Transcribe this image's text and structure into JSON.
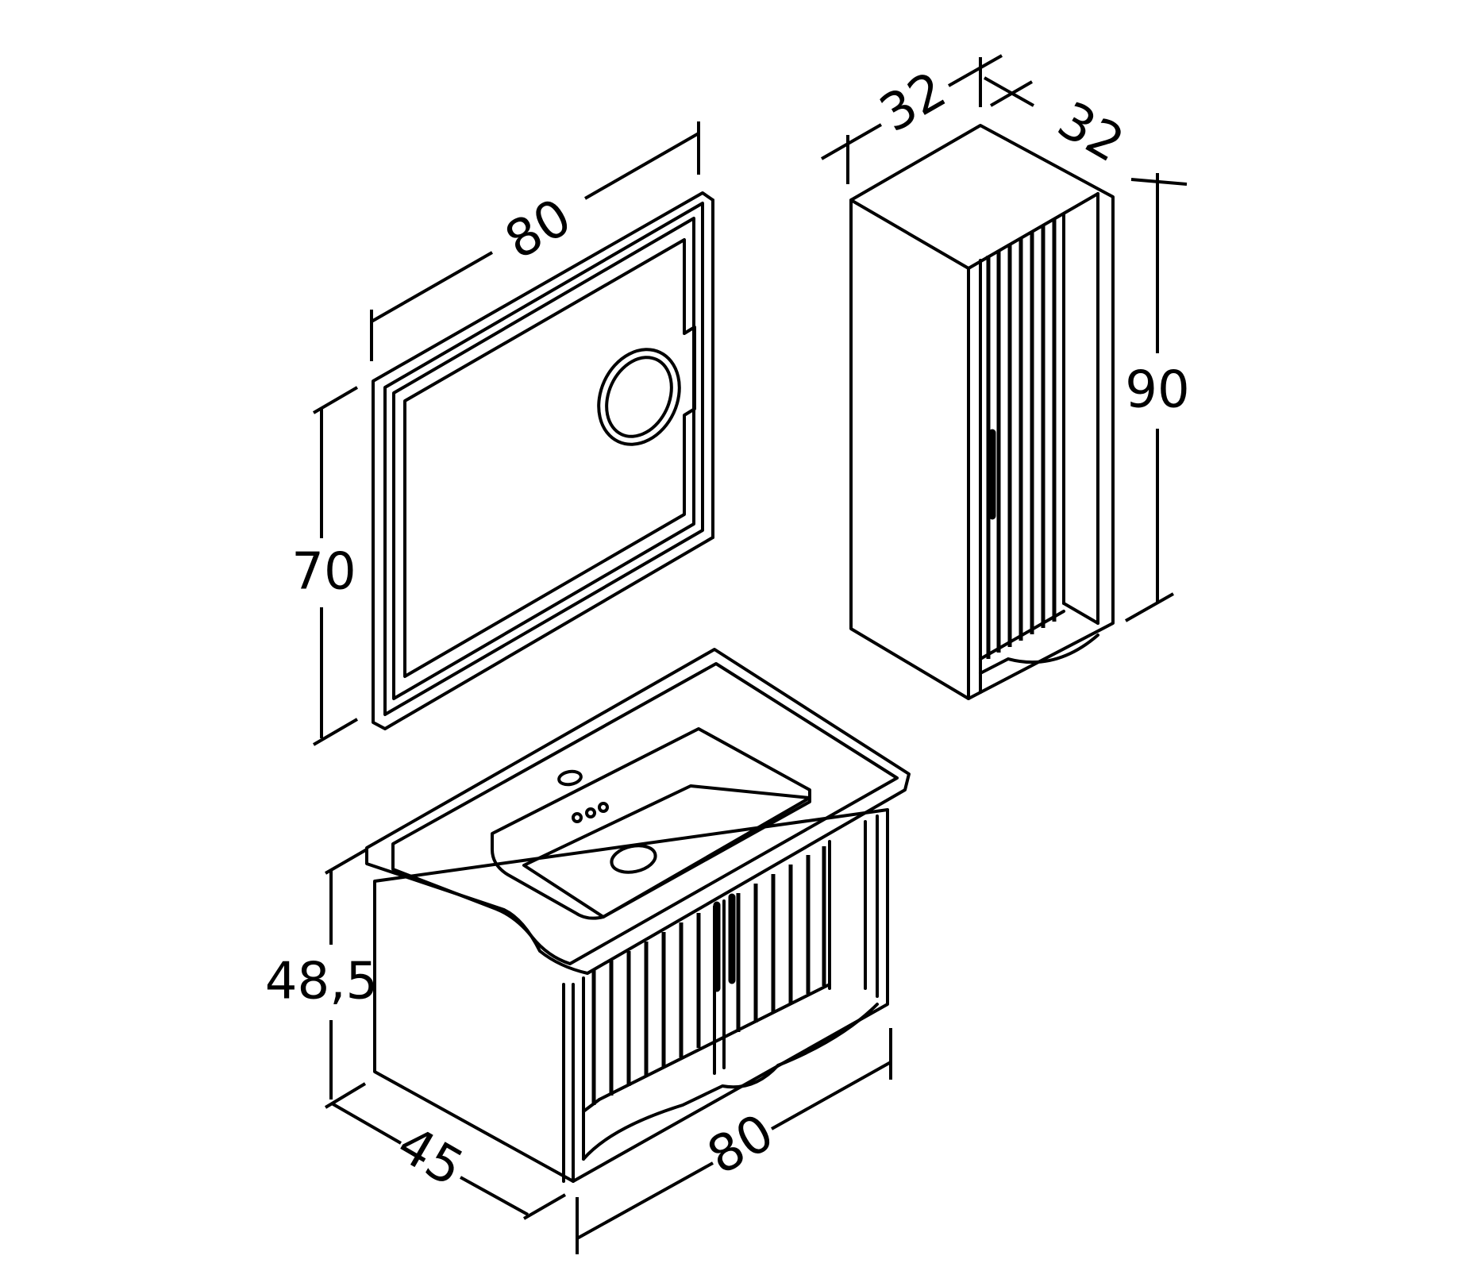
{
  "dimensions": {
    "mirror_width": "80",
    "mirror_height": "70",
    "cabinet_width": "32",
    "cabinet_depth": "32",
    "cabinet_height": "90",
    "vanity_height": "48,5",
    "vanity_depth": "45",
    "vanity_width": "80"
  },
  "colors": {
    "line": "#000000",
    "background": "#ffffff"
  }
}
